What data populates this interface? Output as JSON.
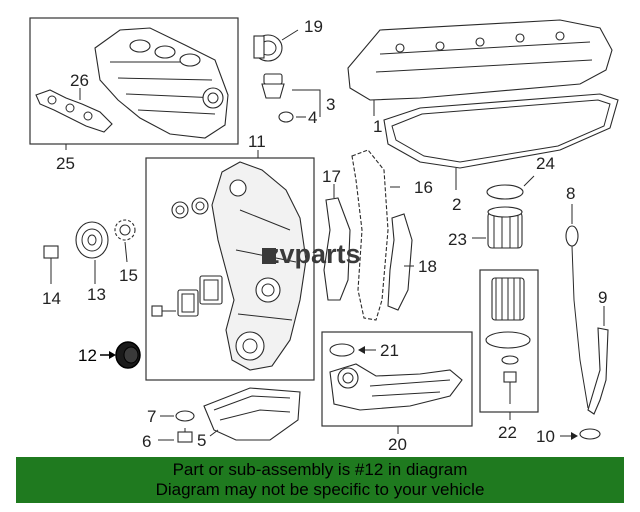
{
  "watermark": {
    "text": "zvparts"
  },
  "callouts": [
    {
      "id": "c1",
      "label": "1"
    },
    {
      "id": "c2",
      "label": "2"
    },
    {
      "id": "c3",
      "label": "3"
    },
    {
      "id": "c4",
      "label": "4"
    },
    {
      "id": "c5",
      "label": "5"
    },
    {
      "id": "c6",
      "label": "6"
    },
    {
      "id": "c7",
      "label": "7"
    },
    {
      "id": "c8",
      "label": "8"
    },
    {
      "id": "c9",
      "label": "9"
    },
    {
      "id": "c10",
      "label": "10"
    },
    {
      "id": "c11",
      "label": "11"
    },
    {
      "id": "c12",
      "label": "12"
    },
    {
      "id": "c13",
      "label": "13"
    },
    {
      "id": "c14",
      "label": "14"
    },
    {
      "id": "c15",
      "label": "15"
    },
    {
      "id": "c16",
      "label": "16"
    },
    {
      "id": "c17",
      "label": "17"
    },
    {
      "id": "c18",
      "label": "18"
    },
    {
      "id": "c19",
      "label": "19"
    },
    {
      "id": "c20",
      "label": "20"
    },
    {
      "id": "c21",
      "label": "21"
    },
    {
      "id": "c22",
      "label": "22"
    },
    {
      "id": "c23",
      "label": "23"
    },
    {
      "id": "c24",
      "label": "24"
    },
    {
      "id": "c25",
      "label": "25"
    },
    {
      "id": "c26",
      "label": "26"
    }
  ],
  "banner": {
    "line1": "Part or sub-assembly is #12 in diagram",
    "line2": "Diagram may not be specific to your vehicle",
    "color": "#1f7a1f"
  },
  "highlight_part": "12"
}
